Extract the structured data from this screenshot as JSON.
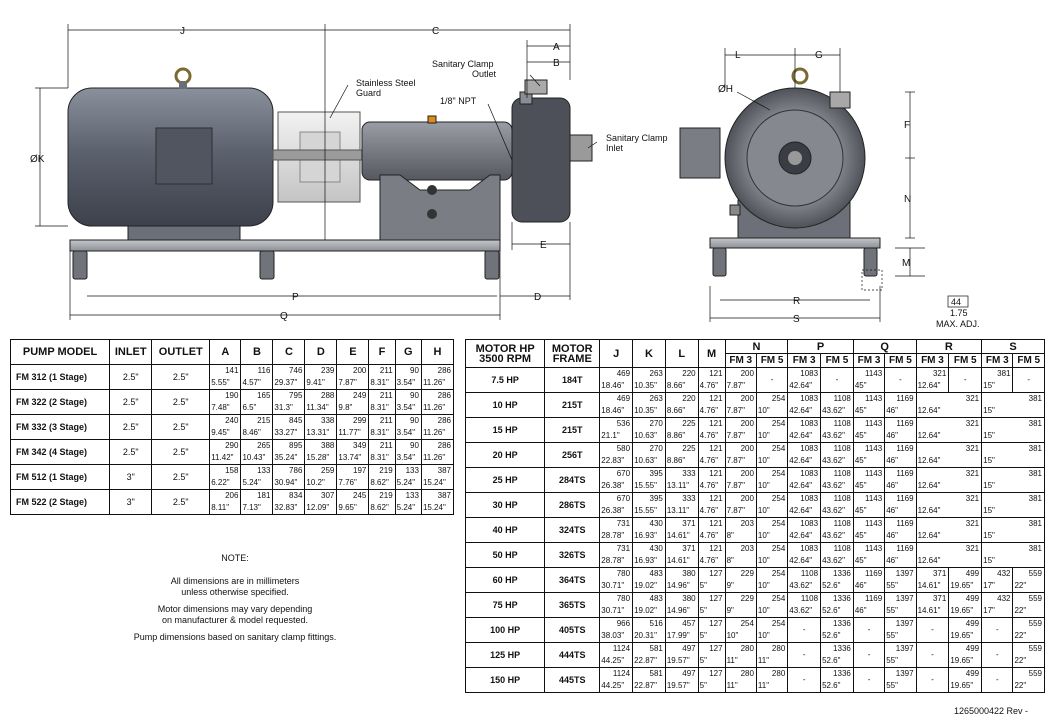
{
  "callouts": {
    "stainless_guard": [
      "Stainless Steel",
      "Guard"
    ],
    "outlet": [
      "Sanitary Clamp",
      "Outlet"
    ],
    "npt": "1/8\" NPT",
    "inlet": [
      "Sanitary Clamp",
      "Inlet"
    ],
    "max_adj": [
      "1.75",
      "MAX. ADJ."
    ],
    "max_adj_value": "44"
  },
  "dims": {
    "J": "J",
    "C": "C",
    "A": "A",
    "B": "B",
    "K": "ØK",
    "D": "D",
    "E": "E",
    "P": "P",
    "Q": "Q",
    "L": "L",
    "G": "G",
    "H": "ØH",
    "F": "F",
    "N": "N",
    "M": "M",
    "R": "R",
    "S": "S"
  },
  "pump_table": {
    "headers": [
      "PUMP MODEL",
      "INLET",
      "OUTLET",
      "A",
      "B",
      "C",
      "D",
      "E",
      "F",
      "G",
      "H"
    ],
    "rows": [
      {
        "model": "FM 312 (1 Stage)",
        "inlet": "2.5\"",
        "outlet": "2.5\"",
        "cells": [
          [
            "141",
            "5.55\""
          ],
          [
            "116",
            "4.57\""
          ],
          [
            "746",
            "29.37\""
          ],
          [
            "239",
            "9.41\""
          ],
          [
            "200",
            "7.87\""
          ],
          [
            "211",
            "8.31\""
          ],
          [
            "90",
            "3.54\""
          ],
          [
            "286",
            "11.26\""
          ]
        ]
      },
      {
        "model": "FM 322 (2 Stage)",
        "inlet": "2.5\"",
        "outlet": "2.5\"",
        "cells": [
          [
            "190",
            "7.48\""
          ],
          [
            "165",
            "6.5\""
          ],
          [
            "795",
            "31.3\""
          ],
          [
            "288",
            "11.34\""
          ],
          [
            "249",
            "9.8\""
          ],
          [
            "211",
            "8.31\""
          ],
          [
            "90",
            "3.54\""
          ],
          [
            "286",
            "11.26\""
          ]
        ]
      },
      {
        "model": "FM 332 (3 Stage)",
        "inlet": "2.5\"",
        "outlet": "2.5\"",
        "cells": [
          [
            "240",
            "9.45\""
          ],
          [
            "215",
            "8.46\""
          ],
          [
            "845",
            "33.27\""
          ],
          [
            "338",
            "13.31\""
          ],
          [
            "299",
            "11.77\""
          ],
          [
            "211",
            "8.31\""
          ],
          [
            "90",
            "3.54\""
          ],
          [
            "286",
            "11.26\""
          ]
        ]
      },
      {
        "model": "FM 342 (4 Stage)",
        "inlet": "2.5\"",
        "outlet": "2.5\"",
        "cells": [
          [
            "290",
            "11.42\""
          ],
          [
            "265",
            "10.43\""
          ],
          [
            "895",
            "35.24\""
          ],
          [
            "388",
            "15.28\""
          ],
          [
            "349",
            "13.74\""
          ],
          [
            "211",
            "8.31\""
          ],
          [
            "90",
            "3.54\""
          ],
          [
            "286",
            "11.26\""
          ]
        ]
      },
      {
        "model": "FM 512 (1 Stage)",
        "inlet": "3\"",
        "outlet": "2.5\"",
        "cells": [
          [
            "158",
            "6.22\""
          ],
          [
            "133",
            "5.24\""
          ],
          [
            "786",
            "30.94\""
          ],
          [
            "259",
            "10.2\""
          ],
          [
            "197",
            "7.76\""
          ],
          [
            "219",
            "8.62\""
          ],
          [
            "133",
            "5.24\""
          ],
          [
            "387",
            "15.24\""
          ]
        ]
      },
      {
        "model": "FM 522 (2 Stage)",
        "inlet": "3\"",
        "outlet": "2.5\"",
        "cells": [
          [
            "206",
            "8.11\""
          ],
          [
            "181",
            "7.13\""
          ],
          [
            "834",
            "32.83\""
          ],
          [
            "307",
            "12.09\""
          ],
          [
            "245",
            "9.65\""
          ],
          [
            "219",
            "8.62\""
          ],
          [
            "133",
            "5.24\""
          ],
          [
            "387",
            "15.24\""
          ]
        ]
      }
    ]
  },
  "motor_table": {
    "hp_header": [
      "MOTOR HP",
      "3500 RPM"
    ],
    "frame_header": [
      "MOTOR",
      "FRAME"
    ],
    "simple_headers": [
      "J",
      "K",
      "L",
      "M"
    ],
    "group_headers": [
      "N",
      "P",
      "Q",
      "R",
      "S"
    ],
    "sub_headers": [
      "FM 3",
      "FM 5"
    ],
    "rows": [
      {
        "hp": "7.5 HP",
        "frame": "184T",
        "j": [
          "469",
          "18.46\""
        ],
        "k": [
          "263",
          "10.35\""
        ],
        "l": [
          "220",
          "8.66\""
        ],
        "m": [
          "121",
          "4.76\""
        ],
        "n": {
          "a": [
            "200",
            "7.87\""
          ],
          "b": [
            "-",
            ""
          ]
        },
        "p": {
          "a": [
            "1083",
            "42.64\""
          ],
          "b": [
            "-",
            ""
          ]
        },
        "q": {
          "a": [
            "1143",
            "45\""
          ],
          "b": [
            "-",
            ""
          ]
        },
        "r": {
          "a": [
            "321",
            "12.64\""
          ],
          "b": [
            "-",
            ""
          ]
        },
        "s": {
          "a": [
            "381",
            "15\""
          ],
          "b": [
            "-",
            ""
          ]
        }
      },
      {
        "hp": "10 HP",
        "frame": "215T",
        "j": [
          "469",
          "18.46\""
        ],
        "k": [
          "263",
          "10.35\""
        ],
        "l": [
          "220",
          "8.66\""
        ],
        "m": [
          "121",
          "4.76\""
        ],
        "n": {
          "a": [
            "200",
            "7.87\""
          ],
          "b": [
            "254",
            "10\""
          ]
        },
        "p": {
          "a": [
            "1083",
            "42.64\""
          ],
          "b": [
            "1108",
            "43.62\""
          ]
        },
        "q": {
          "a": [
            "1143",
            "45\""
          ],
          "b": [
            "1169",
            "46\""
          ]
        },
        "r": {
          "merged": [
            "321",
            "12.64\""
          ]
        },
        "s": {
          "merged": [
            "381",
            "15\""
          ]
        }
      },
      {
        "hp": "15 HP",
        "frame": "215T",
        "j": [
          "536",
          "21.1\""
        ],
        "k": [
          "270",
          "10.63\""
        ],
        "l": [
          "225",
          "8.86\""
        ],
        "m": [
          "121",
          "4.76\""
        ],
        "n": {
          "a": [
            "200",
            "7.87\""
          ],
          "b": [
            "254",
            "10\""
          ]
        },
        "p": {
          "a": [
            "1083",
            "42.64\""
          ],
          "b": [
            "1108",
            "43.62\""
          ]
        },
        "q": {
          "a": [
            "1143",
            "45\""
          ],
          "b": [
            "1169",
            "46\""
          ]
        },
        "r": {
          "merged": [
            "321",
            "12.64\""
          ]
        },
        "s": {
          "merged": [
            "381",
            "15\""
          ]
        }
      },
      {
        "hp": "20 HP",
        "frame": "256T",
        "j": [
          "580",
          "22.83\""
        ],
        "k": [
          "270",
          "10.63\""
        ],
        "l": [
          "225",
          "8.86\""
        ],
        "m": [
          "121",
          "4.76\""
        ],
        "n": {
          "a": [
            "200",
            "7.87\""
          ],
          "b": [
            "254",
            "10\""
          ]
        },
        "p": {
          "a": [
            "1083",
            "42.64\""
          ],
          "b": [
            "1108",
            "43.62\""
          ]
        },
        "q": {
          "a": [
            "1143",
            "45\""
          ],
          "b": [
            "1169",
            "46\""
          ]
        },
        "r": {
          "merged": [
            "321",
            "12.64\""
          ]
        },
        "s": {
          "merged": [
            "381",
            "15\""
          ]
        }
      },
      {
        "hp": "25 HP",
        "frame": "284TS",
        "j": [
          "670",
          "26.38\""
        ],
        "k": [
          "395",
          "15.55\""
        ],
        "l": [
          "333",
          "13.11\""
        ],
        "m": [
          "121",
          "4.76\""
        ],
        "n": {
          "a": [
            "200",
            "7.87\""
          ],
          "b": [
            "254",
            "10\""
          ]
        },
        "p": {
          "a": [
            "1083",
            "42.64\""
          ],
          "b": [
            "1108",
            "43.62\""
          ]
        },
        "q": {
          "a": [
            "1143",
            "45\""
          ],
          "b": [
            "1169",
            "46\""
          ]
        },
        "r": {
          "merged": [
            "321",
            "12.64\""
          ]
        },
        "s": {
          "merged": [
            "381",
            "15\""
          ]
        }
      },
      {
        "hp": "30 HP",
        "frame": "286TS",
        "j": [
          "670",
          "26.38\""
        ],
        "k": [
          "395",
          "15.55\""
        ],
        "l": [
          "333",
          "13.11\""
        ],
        "m": [
          "121",
          "4.76\""
        ],
        "n": {
          "a": [
            "200",
            "7.87\""
          ],
          "b": [
            "254",
            "10\""
          ]
        },
        "p": {
          "a": [
            "1083",
            "42.64\""
          ],
          "b": [
            "1108",
            "43.62\""
          ]
        },
        "q": {
          "a": [
            "1143",
            "45\""
          ],
          "b": [
            "1169",
            "46\""
          ]
        },
        "r": {
          "merged": [
            "321",
            "12.64\""
          ]
        },
        "s": {
          "merged": [
            "381",
            "15\""
          ]
        }
      },
      {
        "hp": "40 HP",
        "frame": "324TS",
        "j": [
          "731",
          "28.78\""
        ],
        "k": [
          "430",
          "16.93\""
        ],
        "l": [
          "371",
          "14.61\""
        ],
        "m": [
          "121",
          "4.76\""
        ],
        "n": {
          "a": [
            "203",
            "8\""
          ],
          "b": [
            "254",
            "10\""
          ]
        },
        "p": {
          "a": [
            "1083",
            "42.64\""
          ],
          "b": [
            "1108",
            "43.62\""
          ]
        },
        "q": {
          "a": [
            "1143",
            "45\""
          ],
          "b": [
            "1169",
            "46\""
          ]
        },
        "r": {
          "merged": [
            "321",
            "12.64\""
          ]
        },
        "s": {
          "merged": [
            "381",
            "15\""
          ]
        }
      },
      {
        "hp": "50 HP",
        "frame": "326TS",
        "j": [
          "731",
          "28.78\""
        ],
        "k": [
          "430",
          "16.93\""
        ],
        "l": [
          "371",
          "14.61\""
        ],
        "m": [
          "121",
          "4.76\""
        ],
        "n": {
          "a": [
            "203",
            "8\""
          ],
          "b": [
            "254",
            "10\""
          ]
        },
        "p": {
          "a": [
            "1083",
            "42.64\""
          ],
          "b": [
            "1108",
            "43.62\""
          ]
        },
        "q": {
          "a": [
            "1143",
            "45\""
          ],
          "b": [
            "1169",
            "46\""
          ]
        },
        "r": {
          "merged": [
            "321",
            "12.64\""
          ]
        },
        "s": {
          "merged": [
            "381",
            "15\""
          ]
        }
      },
      {
        "hp": "60 HP",
        "frame": "364TS",
        "j": [
          "780",
          "30.71\""
        ],
        "k": [
          "483",
          "19.02\""
        ],
        "l": [
          "380",
          "14.96\""
        ],
        "m": [
          "127",
          "5\""
        ],
        "n": {
          "a": [
            "229",
            "9\""
          ],
          "b": [
            "254",
            "10\""
          ]
        },
        "p": {
          "a": [
            "1108",
            "43.62\""
          ],
          "b": [
            "1336",
            "52.6\""
          ]
        },
        "q": {
          "a": [
            "1169",
            "46\""
          ],
          "b": [
            "1397",
            "55\""
          ]
        },
        "r": {
          "a": [
            "371",
            "14.61\""
          ],
          "b": [
            "499",
            "19.65\""
          ]
        },
        "s": {
          "a": [
            "432",
            "17\""
          ],
          "b": [
            "559",
            "22\""
          ]
        }
      },
      {
        "hp": "75 HP",
        "frame": "365TS",
        "j": [
          "780",
          "30.71\""
        ],
        "k": [
          "483",
          "19.02\""
        ],
        "l": [
          "380",
          "14.96\""
        ],
        "m": [
          "127",
          "5\""
        ],
        "n": {
          "a": [
            "229",
            "9\""
          ],
          "b": [
            "254",
            "10\""
          ]
        },
        "p": {
          "a": [
            "1108",
            "43.62\""
          ],
          "b": [
            "1336",
            "52.6\""
          ]
        },
        "q": {
          "a": [
            "1169",
            "46\""
          ],
          "b": [
            "1397",
            "55\""
          ]
        },
        "r": {
          "a": [
            "371",
            "14.61\""
          ],
          "b": [
            "499",
            "19.65\""
          ]
        },
        "s": {
          "a": [
            "432",
            "17\""
          ],
          "b": [
            "559",
            "22\""
          ]
        }
      },
      {
        "hp": "100 HP",
        "frame": "405TS",
        "j": [
          "966",
          "38.03\""
        ],
        "k": [
          "516",
          "20.31\""
        ],
        "l": [
          "457",
          "17.99\""
        ],
        "m": [
          "127",
          "5\""
        ],
        "n": {
          "a": [
            "254",
            "10\""
          ],
          "b": [
            "254",
            "10\""
          ]
        },
        "p": {
          "a": [
            "-",
            ""
          ],
          "b": [
            "1336",
            "52.6\""
          ]
        },
        "q": {
          "a": [
            "-",
            ""
          ],
          "b": [
            "1397",
            "55\""
          ]
        },
        "r": {
          "a": [
            "-",
            ""
          ],
          "b": [
            "499",
            "19.65\""
          ]
        },
        "s": {
          "a": [
            "-",
            ""
          ],
          "b": [
            "559",
            "22\""
          ]
        }
      },
      {
        "hp": "125 HP",
        "frame": "444TS",
        "j": [
          "1124",
          "44.25\""
        ],
        "k": [
          "581",
          "22.87\""
        ],
        "l": [
          "497",
          "19.57\""
        ],
        "m": [
          "127",
          "5\""
        ],
        "n": {
          "a": [
            "280",
            "11\""
          ],
          "b": [
            "280",
            "11\""
          ]
        },
        "p": {
          "a": [
            "-",
            ""
          ],
          "b": [
            "1336",
            "52.6\""
          ]
        },
        "q": {
          "a": [
            "-",
            ""
          ],
          "b": [
            "1397",
            "55\""
          ]
        },
        "r": {
          "a": [
            "-",
            ""
          ],
          "b": [
            "499",
            "19.65\""
          ]
        },
        "s": {
          "a": [
            "-",
            ""
          ],
          "b": [
            "559",
            "22\""
          ]
        }
      },
      {
        "hp": "150 HP",
        "frame": "445TS",
        "j": [
          "1124",
          "44.25\""
        ],
        "k": [
          "581",
          "22.87\""
        ],
        "l": [
          "497",
          "19.57\""
        ],
        "m": [
          "127",
          "5\""
        ],
        "n": {
          "a": [
            "280",
            "11\""
          ],
          "b": [
            "280",
            "11\""
          ]
        },
        "p": {
          "a": [
            "-",
            ""
          ],
          "b": [
            "1336",
            "52.6\""
          ]
        },
        "q": {
          "a": [
            "-",
            ""
          ],
          "b": [
            "1397",
            "55\""
          ]
        },
        "r": {
          "a": [
            "-",
            ""
          ],
          "b": [
            "499",
            "19.65\""
          ]
        },
        "s": {
          "a": [
            "-",
            ""
          ],
          "b": [
            "559",
            "22\""
          ]
        }
      }
    ]
  },
  "note": {
    "title": "NOTE:",
    "lines": [
      [
        "All dimensions are in millimeters",
        "unless otherwise specified."
      ],
      [
        "Motor dimensions may vary depending",
        "on manufacturer & model requested."
      ],
      [
        "Pump dimensions based on sanitary clamp fittings."
      ]
    ]
  },
  "doc_number": "1265000422 Rev -",
  "colors": {
    "motor": "#5e6470",
    "guard": "#dcdcdc",
    "pump": "#6b6e78",
    "base": "#a7a9ae",
    "line": "#111111",
    "accent": "#e08a1a"
  }
}
